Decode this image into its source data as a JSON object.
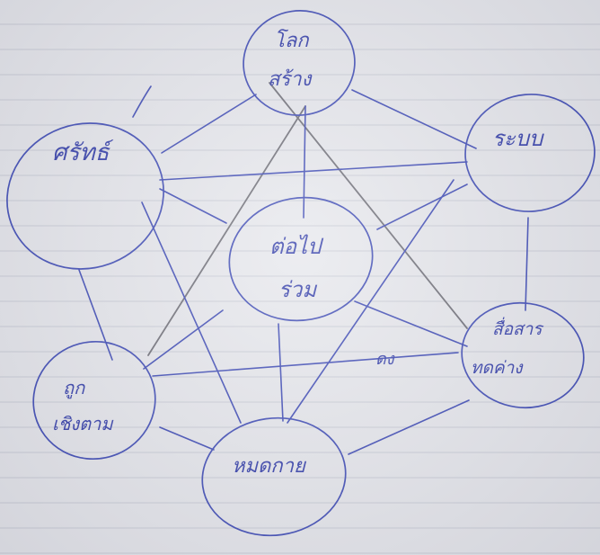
{
  "nodes": [
    {
      "id": "top",
      "lines": [
        "โลก",
        "สร้าง"
      ]
    },
    {
      "id": "left",
      "lines": [
        "ศรัทธ์"
      ]
    },
    {
      "id": "right",
      "lines": [
        "ระบบ"
      ]
    },
    {
      "id": "center",
      "lines": [
        "ต่อไป",
        "ร่วม"
      ]
    },
    {
      "id": "right-lower",
      "lines": [
        "สื่อสาร",
        "ทดค่าง"
      ]
    },
    {
      "id": "left-lower",
      "lines": [
        "ถูก",
        "เชิงตาม"
      ]
    },
    {
      "id": "bottom",
      "lines": [
        "หมดกาย"
      ]
    }
  ],
  "annotation": "ดง",
  "ink_color": "#3a47b4",
  "pencil_color": "#6b6b74"
}
